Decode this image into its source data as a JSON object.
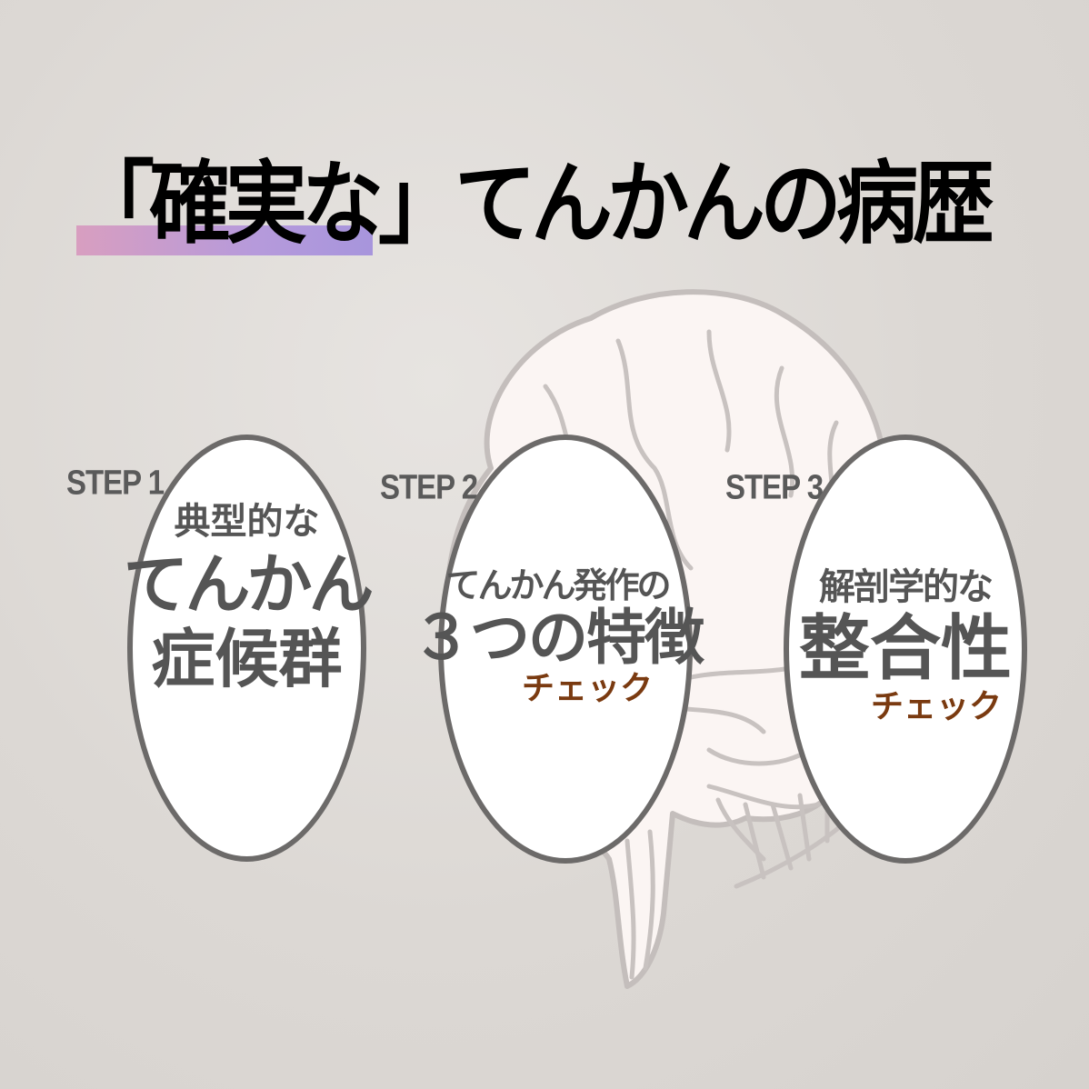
{
  "title": {
    "text": "「確実な」てんかんの病歴",
    "highlight_gradient": [
      "#d89ec0",
      "#a795dc"
    ]
  },
  "steps": [
    {
      "label": "STEP 1",
      "lines": [
        "典型的な",
        "てんかん",
        "症候群"
      ],
      "check": ""
    },
    {
      "label": "STEP 2",
      "lines": [
        "てんかん発作の",
        "３つの特徴"
      ],
      "check": "チェック"
    },
    {
      "label": "STEP 3",
      "lines": [
        "解剖学的な",
        "整合性"
      ],
      "check": "チェック"
    }
  ],
  "background_illustration": "brain-icon",
  "colors": {
    "background": "#dcd8d4",
    "text_dark": "#555555",
    "oval_border": "#6c6a69",
    "check_text": "#7a3a10",
    "brain_fill": "#fbf5f3",
    "brain_stroke": "#c4bebc"
  }
}
